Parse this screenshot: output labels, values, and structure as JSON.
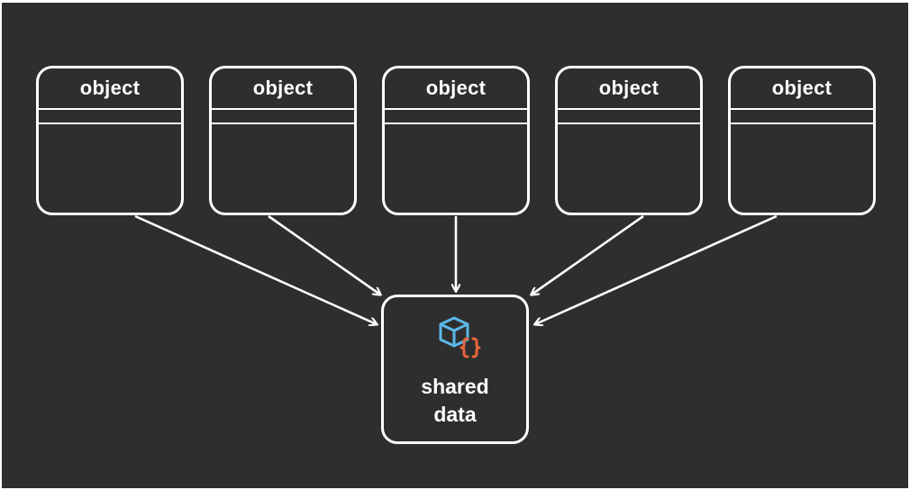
{
  "diagram": {
    "objects": [
      {
        "label": "object"
      },
      {
        "label": "object"
      },
      {
        "label": "object"
      },
      {
        "label": "object"
      },
      {
        "label": "object"
      }
    ],
    "shared": {
      "line1": "shared",
      "line2": "data",
      "icon": "cube-with-braces-icon"
    },
    "colors": {
      "background": "#2e2e2e",
      "stroke": "#ffffff",
      "cube": "#5bb8e8",
      "braces": "#e8643c"
    }
  }
}
